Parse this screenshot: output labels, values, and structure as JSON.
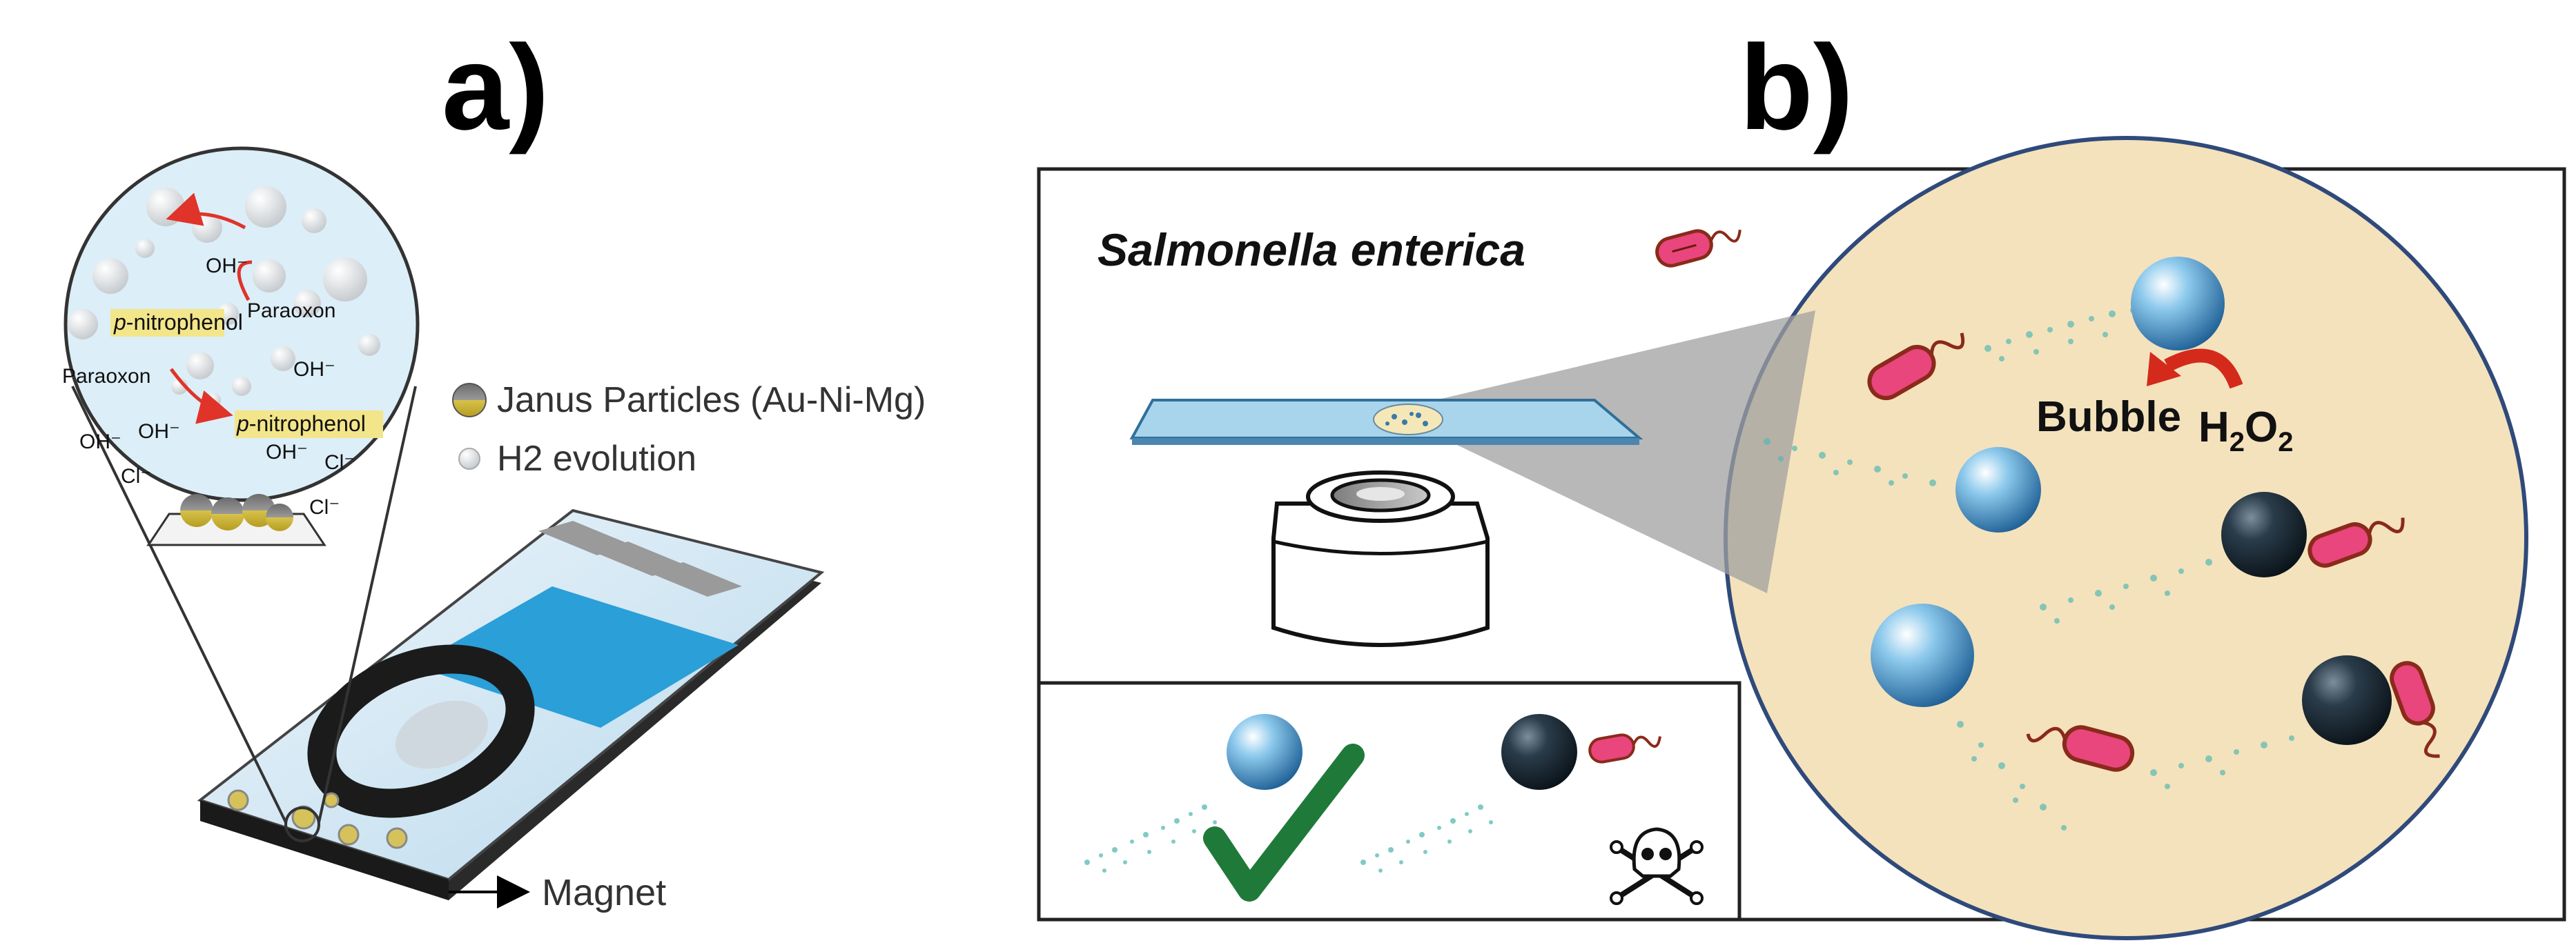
{
  "panels": {
    "a": {
      "label": "a)",
      "callout": {
        "oh_top": "OH⁻",
        "paraoxon_right": "Paraoxon",
        "p_nitrophenol_1_italic": "p",
        "p_nitrophenol_1_rest": "-nitrophenol",
        "oh_mid": "OH⁻",
        "paraoxon_left": "Paraoxon",
        "p_nitrophenol_2_italic": "p",
        "p_nitrophenol_2_rest": "-nitrophenol",
        "oh_a": "OH⁻",
        "oh_b": "OH⁻",
        "oh_c": "OH⁻",
        "cl_a": "Cl⁻",
        "cl_b": "Cl⁻",
        "cl_c": "Cl⁻"
      },
      "legend": {
        "janus": "Janus Particles (Au-Ni-Mg)",
        "h2": "H2 evolution"
      },
      "magnet_label": "Magnet"
    },
    "b": {
      "label": "b)",
      "title": "Salmonella enterica",
      "bubble_label": "Bubble",
      "h2o2_label": "H2O2",
      "h2o2": {
        "h": "H",
        "sub1": "2",
        "o": "O",
        "sub2": "2"
      }
    }
  },
  "colors": {
    "janus_blue": "#5aa9d8",
    "janus_dark": "#1c2b36",
    "bacteria_pink": "#e8467c",
    "bacteria_outline": "#8a2a1a",
    "circle_bg": "#f4e2bd",
    "sensor_blue": "#2b9fd8",
    "check_green": "#1f7a3a",
    "arrow_red": "#d42a1c",
    "slide_blue": "#a8d4ec",
    "callout_bg": "#dceef7",
    "trail_teal": "#4fb9b3"
  },
  "icons": [
    "check-icon",
    "skull-crossbones-icon",
    "microscope-objective-icon",
    "bacterium-icon",
    "janus-particle-icon",
    "magnet-arrow-icon"
  ]
}
